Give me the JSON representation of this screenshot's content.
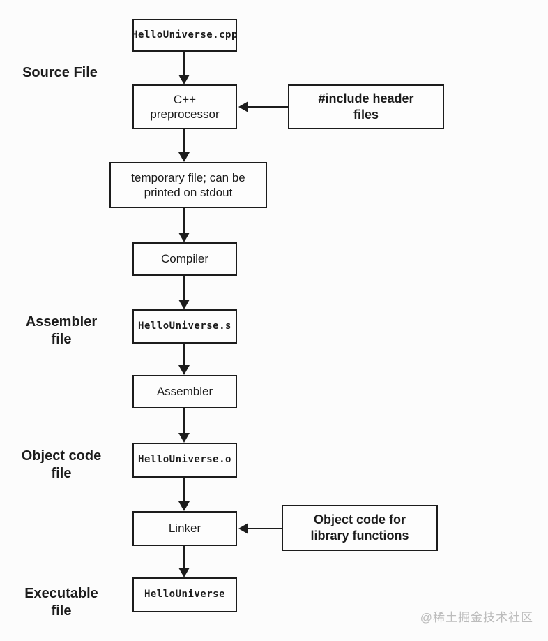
{
  "colors": {
    "border": "#1c1c1c",
    "background": "#fcfcfc",
    "box_fill": "#fdfdfd",
    "text": "#1c1c1c",
    "watermark": "#bcbcbc"
  },
  "stage_labels": {
    "source_file": "Source File",
    "assembler_file": "Assembler\nfile",
    "object_code_file": "Object code\nfile",
    "executable_file": "Executable\nfile"
  },
  "nodes": {
    "source_filename": "HelloUniverse.cpp",
    "preprocessor": "C++\npreprocessor",
    "include_headers": "#include header\nfiles",
    "temporary_file": "temporary file; can be\nprinted on stdout",
    "compiler": "Compiler",
    "assembly_filename": "HelloUniverse.s",
    "assembler": "Assembler",
    "object_filename": "HelloUniverse.o",
    "linker": "Linker",
    "library_objects": "Object code for\nlibrary functions",
    "executable_filename": "HelloUniverse"
  },
  "watermark": "@稀土掘金技术社区"
}
